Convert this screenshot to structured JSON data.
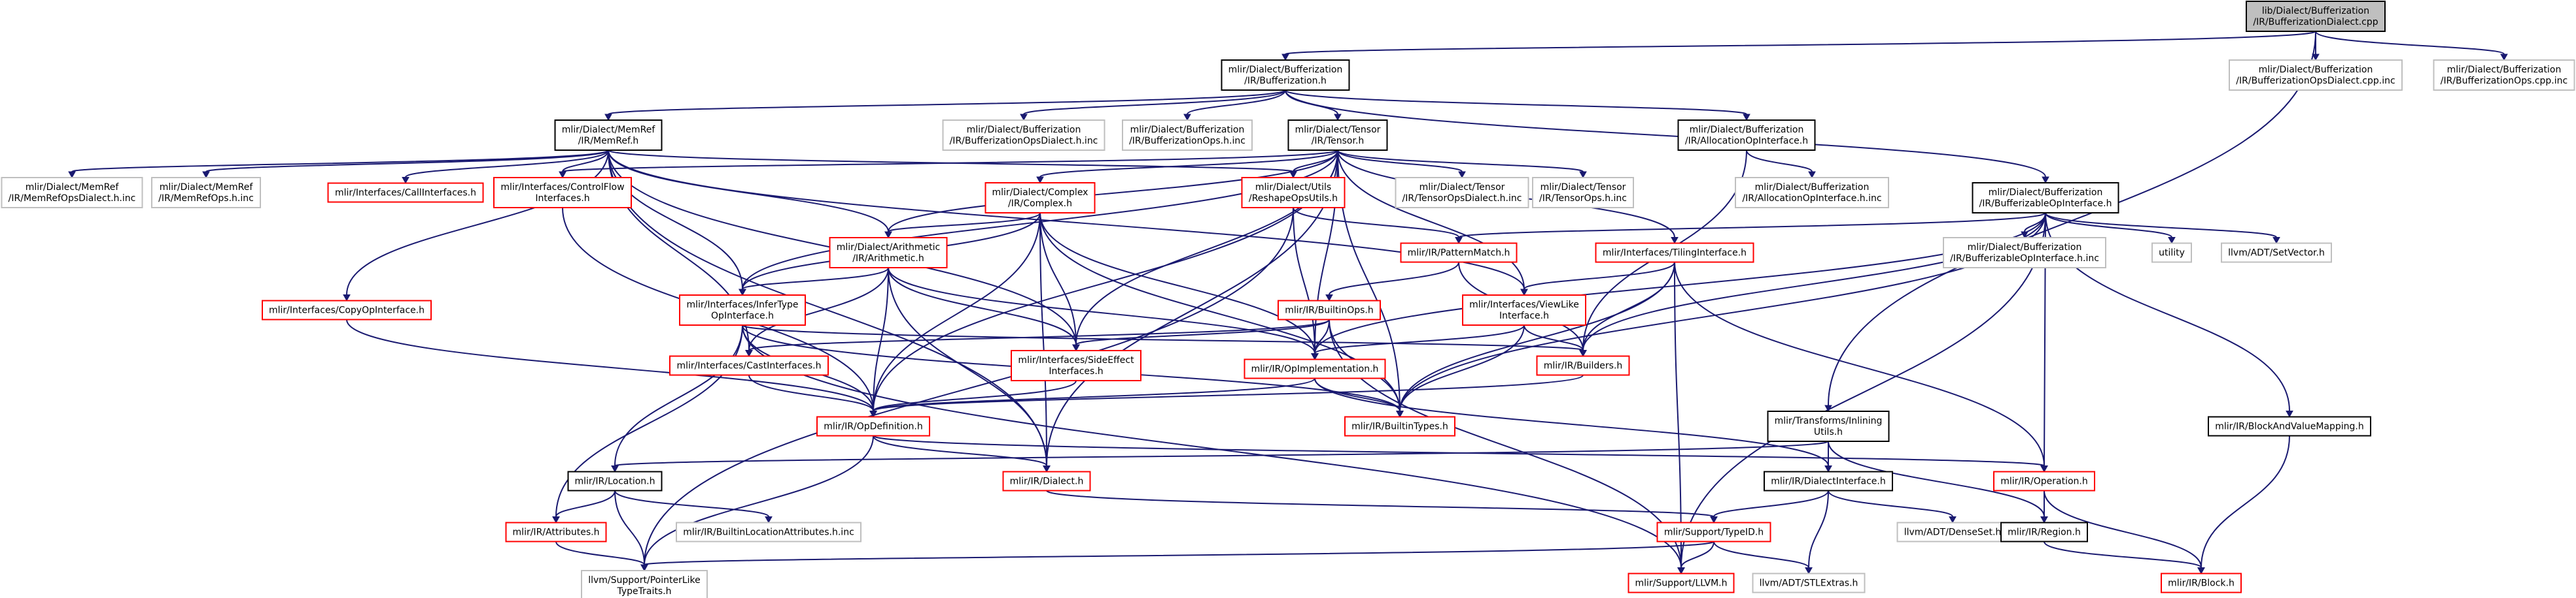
{
  "colors": {
    "root_fill": "#bfbfbf",
    "normal_border": "#000000",
    "red_border": "#ff0000",
    "gray_border": "#bfbfbf",
    "text": "#000000",
    "edge": "#191970"
  },
  "nodes": [
    {
      "id": "root",
      "lines": [
        "lib/Dialect/Bufferization",
        "/IR/BufferizationDialect.cpp"
      ],
      "style": "root"
    },
    {
      "id": "buf_h",
      "lines": [
        "mlir/Dialect/Bufferization",
        "/IR/Bufferization.h"
      ],
      "style": "normal"
    },
    {
      "id": "buf_dialect_cpp_inc",
      "lines": [
        "mlir/Dialect/Bufferization",
        "/IR/BufferizationOpsDialect.cpp.inc"
      ],
      "style": "gray"
    },
    {
      "id": "buf_ops_cpp_inc",
      "lines": [
        "mlir/Dialect/Bufferization",
        "/IR/BufferizationOps.cpp.inc"
      ],
      "style": "gray"
    },
    {
      "id": "memref_h",
      "lines": [
        "mlir/Dialect/MemRef",
        "/IR/MemRef.h"
      ],
      "style": "normal"
    },
    {
      "id": "buf_dialect_h_inc",
      "lines": [
        "mlir/Dialect/Bufferization",
        "/IR/BufferizationOpsDialect.h.inc"
      ],
      "style": "gray"
    },
    {
      "id": "buf_ops_h_inc",
      "lines": [
        "mlir/Dialect/Bufferization",
        "/IR/BufferizationOps.h.inc"
      ],
      "style": "gray"
    },
    {
      "id": "tensor_h",
      "lines": [
        "mlir/Dialect/Tensor",
        "/IR/Tensor.h"
      ],
      "style": "normal"
    },
    {
      "id": "alloc_h",
      "lines": [
        "mlir/Dialect/Bufferization",
        "/IR/AllocationOpInterface.h"
      ],
      "style": "normal"
    },
    {
      "id": "bufable_h",
      "lines": [
        "mlir/Dialect/Bufferization",
        "/IR/BufferizableOpInterface.h"
      ],
      "style": "normal"
    },
    {
      "id": "memref_dialect_inc",
      "lines": [
        "mlir/Dialect/MemRef",
        "/IR/MemRefOpsDialect.h.inc"
      ],
      "style": "gray"
    },
    {
      "id": "memref_ops_inc",
      "lines": [
        "mlir/Dialect/MemRef",
        "/IR/MemRefOps.h.inc"
      ],
      "style": "gray"
    },
    {
      "id": "call_iface",
      "lines": [
        "mlir/Interfaces/CallInterfaces.h"
      ],
      "style": "red"
    },
    {
      "id": "ctrlflow_iface",
      "lines": [
        "mlir/Interfaces/ControlFlow",
        "Interfaces.h"
      ],
      "style": "red"
    },
    {
      "id": "complex_h",
      "lines": [
        "mlir/Dialect/Complex",
        "/IR/Complex.h"
      ],
      "style": "red"
    },
    {
      "id": "reshape_h",
      "lines": [
        "mlir/Dialect/Utils",
        "/ReshapeOpsUtils.h"
      ],
      "style": "red"
    },
    {
      "id": "tensor_dialect_inc",
      "lines": [
        "mlir/Dialect/Tensor",
        "/IR/TensorOpsDialect.h.inc"
      ],
      "style": "gray"
    },
    {
      "id": "tensor_ops_inc",
      "lines": [
        "mlir/Dialect/Tensor",
        "/IR/TensorOps.h.inc"
      ],
      "style": "gray"
    },
    {
      "id": "alloc_inc",
      "lines": [
        "mlir/Dialect/Bufferization",
        "/IR/AllocationOpInterface.h.inc"
      ],
      "style": "gray"
    },
    {
      "id": "arith_h",
      "lines": [
        "mlir/Dialect/Arithmetic",
        "/IR/Arithmetic.h"
      ],
      "style": "red"
    },
    {
      "id": "patternmatch_h",
      "lines": [
        "mlir/IR/PatternMatch.h"
      ],
      "style": "red"
    },
    {
      "id": "tiling_iface",
      "lines": [
        "mlir/Interfaces/TilingInterface.h"
      ],
      "style": "red"
    },
    {
      "id": "bufable_inc",
      "lines": [
        "mlir/Dialect/Bufferization",
        "/IR/BufferizableOpInterface.h.inc"
      ],
      "style": "gray"
    },
    {
      "id": "utility",
      "lines": [
        "utility"
      ],
      "style": "gray"
    },
    {
      "id": "setvector",
      "lines": [
        "llvm/ADT/SetVector.h"
      ],
      "style": "gray"
    },
    {
      "id": "copy_iface",
      "lines": [
        "mlir/Interfaces/CopyOpInterface.h"
      ],
      "style": "red"
    },
    {
      "id": "infertype_iface",
      "lines": [
        "mlir/Interfaces/InferType",
        "OpInterface.h"
      ],
      "style": "red"
    },
    {
      "id": "builtinops_h",
      "lines": [
        "mlir/IR/BuiltinOps.h"
      ],
      "style": "red"
    },
    {
      "id": "viewlike_iface",
      "lines": [
        "mlir/Interfaces/ViewLike",
        "Interface.h"
      ],
      "style": "red"
    },
    {
      "id": "cast_iface",
      "lines": [
        "mlir/Interfaces/CastInterfaces.h"
      ],
      "style": "red"
    },
    {
      "id": "sideeffect_iface",
      "lines": [
        "mlir/Interfaces/SideEffect",
        "Interfaces.h"
      ],
      "style": "red"
    },
    {
      "id": "opimpl_h",
      "lines": [
        "mlir/IR/OpImplementation.h"
      ],
      "style": "red"
    },
    {
      "id": "builders_h",
      "lines": [
        "mlir/IR/Builders.h"
      ],
      "style": "red"
    },
    {
      "id": "opdef_h",
      "lines": [
        "mlir/IR/OpDefinition.h"
      ],
      "style": "red"
    },
    {
      "id": "builtintypes_h",
      "lines": [
        "mlir/IR/BuiltinTypes.h"
      ],
      "style": "red"
    },
    {
      "id": "inlining_h",
      "lines": [
        "mlir/Transforms/Inlining",
        "Utils.h"
      ],
      "style": "normal"
    },
    {
      "id": "blockvalue_h",
      "lines": [
        "mlir/IR/BlockAndValueMapping.h"
      ],
      "style": "normal"
    },
    {
      "id": "location_h",
      "lines": [
        "mlir/IR/Location.h"
      ],
      "style": "normal"
    },
    {
      "id": "dialect_h",
      "lines": [
        "mlir/IR/Dialect.h"
      ],
      "style": "red"
    },
    {
      "id": "dialectiface_h",
      "lines": [
        "mlir/IR/DialectInterface.h"
      ],
      "style": "normal"
    },
    {
      "id": "operation_h",
      "lines": [
        "mlir/IR/Operation.h"
      ],
      "style": "red"
    },
    {
      "id": "attributes_h",
      "lines": [
        "mlir/IR/Attributes.h"
      ],
      "style": "red"
    },
    {
      "id": "builtinloc_inc",
      "lines": [
        "mlir/IR/BuiltinLocationAttributes.h.inc"
      ],
      "style": "gray"
    },
    {
      "id": "typeid_h",
      "lines": [
        "mlir/Support/TypeID.h"
      ],
      "style": "red"
    },
    {
      "id": "denseset",
      "lines": [
        "llvm/ADT/DenseSet.h"
      ],
      "style": "gray"
    },
    {
      "id": "region_h",
      "lines": [
        "mlir/IR/Region.h"
      ],
      "style": "normal"
    },
    {
      "id": "pointerlike",
      "lines": [
        "llvm/Support/PointerLike",
        "TypeTraits.h"
      ],
      "style": "gray"
    },
    {
      "id": "llvm_h",
      "lines": [
        "mlir/Support/LLVM.h"
      ],
      "style": "red"
    },
    {
      "id": "stlextras",
      "lines": [
        "llvm/ADT/STLExtras.h"
      ],
      "style": "gray"
    },
    {
      "id": "block_h",
      "lines": [
        "mlir/IR/Block.h"
      ],
      "style": "red"
    }
  ],
  "edges": [
    [
      "root",
      "buf_h"
    ],
    [
      "root",
      "buf_dialect_cpp_inc"
    ],
    [
      "root",
      "buf_ops_cpp_inc"
    ],
    [
      "root",
      "inlining_h"
    ],
    [
      "buf_h",
      "memref_h"
    ],
    [
      "buf_h",
      "buf_dialect_h_inc"
    ],
    [
      "buf_h",
      "buf_ops_h_inc"
    ],
    [
      "buf_h",
      "tensor_h"
    ],
    [
      "buf_h",
      "alloc_h"
    ],
    [
      "buf_h",
      "bufable_h"
    ],
    [
      "memref_h",
      "memref_dialect_inc"
    ],
    [
      "memref_h",
      "memref_ops_inc"
    ],
    [
      "memref_h",
      "call_iface"
    ],
    [
      "memref_h",
      "ctrlflow_iface"
    ],
    [
      "memref_h",
      "copy_iface"
    ],
    [
      "memref_h",
      "arith_h"
    ],
    [
      "memref_h",
      "cast_iface"
    ],
    [
      "memref_h",
      "sideeffect_iface"
    ],
    [
      "memref_h",
      "viewlike_iface"
    ],
    [
      "memref_h",
      "dialect_h"
    ],
    [
      "memref_h",
      "infertype_iface"
    ],
    [
      "memref_h",
      "reshape_h"
    ],
    [
      "tensor_h",
      "complex_h"
    ],
    [
      "tensor_h",
      "reshape_h"
    ],
    [
      "tensor_h",
      "tensor_dialect_inc"
    ],
    [
      "tensor_h",
      "tensor_ops_inc"
    ],
    [
      "tensor_h",
      "tiling_iface"
    ],
    [
      "tensor_h",
      "arith_h"
    ],
    [
      "tensor_h",
      "ctrlflow_iface"
    ],
    [
      "tensor_h",
      "infertype_iface"
    ],
    [
      "tensor_h",
      "sideeffect_iface"
    ],
    [
      "tensor_h",
      "viewlike_iface"
    ],
    [
      "tensor_h",
      "builtintypes_h"
    ],
    [
      "tensor_h",
      "opdef_h"
    ],
    [
      "tensor_h",
      "dialect_h"
    ],
    [
      "tensor_h",
      "opimpl_h"
    ],
    [
      "alloc_h",
      "alloc_inc"
    ],
    [
      "alloc_h",
      "builders_h"
    ],
    [
      "bufable_h",
      "bufable_inc"
    ],
    [
      "bufable_h",
      "utility"
    ],
    [
      "bufable_h",
      "setvector"
    ],
    [
      "bufable_h",
      "patternmatch_h"
    ],
    [
      "bufable_h",
      "builders_h"
    ],
    [
      "bufable_h",
      "blockvalue_h"
    ],
    [
      "bufable_h",
      "operation_h"
    ],
    [
      "bufable_h",
      "builtintypes_h"
    ],
    [
      "bufable_h",
      "llvm_h"
    ],
    [
      "bufable_h",
      "opimpl_h"
    ],
    [
      "complex_h",
      "arith_h"
    ],
    [
      "complex_h",
      "infertype_iface"
    ],
    [
      "complex_h",
      "sideeffect_iface"
    ],
    [
      "complex_h",
      "opimpl_h"
    ],
    [
      "complex_h",
      "opdef_h"
    ],
    [
      "complex_h",
      "builtintypes_h"
    ],
    [
      "complex_h",
      "dialect_h"
    ],
    [
      "reshape_h",
      "patternmatch_h"
    ],
    [
      "reshape_h",
      "opimpl_h"
    ],
    [
      "reshape_h",
      "pointerlike"
    ],
    [
      "ctrlflow_iface",
      "opdef_h"
    ],
    [
      "arith_h",
      "infertype_iface"
    ],
    [
      "arith_h",
      "cast_iface"
    ],
    [
      "arith_h",
      "sideeffect_iface"
    ],
    [
      "arith_h",
      "opimpl_h"
    ],
    [
      "arith_h",
      "opdef_h"
    ],
    [
      "arith_h",
      "dialect_h"
    ],
    [
      "patternmatch_h",
      "builtinops_h"
    ],
    [
      "patternmatch_h",
      "builders_h"
    ],
    [
      "tiling_iface",
      "viewlike_iface"
    ],
    [
      "tiling_iface",
      "builders_h"
    ],
    [
      "tiling_iface",
      "builtintypes_h"
    ],
    [
      "tiling_iface",
      "operation_h"
    ],
    [
      "tiling_iface",
      "llvm_h"
    ],
    [
      "copy_iface",
      "opdef_h"
    ],
    [
      "infertype_iface",
      "builders_h"
    ],
    [
      "infertype_iface",
      "builtintypes_h"
    ],
    [
      "infertype_iface",
      "opdef_h"
    ],
    [
      "infertype_iface",
      "location_h"
    ],
    [
      "infertype_iface",
      "attributes_h"
    ],
    [
      "infertype_iface",
      "llvm_h"
    ],
    [
      "builtinops_h",
      "cast_iface"
    ],
    [
      "builtinops_h",
      "sideeffect_iface"
    ],
    [
      "builtinops_h",
      "opimpl_h"
    ],
    [
      "builtinops_h",
      "builtintypes_h"
    ],
    [
      "builtinops_h",
      "llvm_h"
    ],
    [
      "viewlike_iface",
      "opimpl_h"
    ],
    [
      "viewlike_iface",
      "builders_h"
    ],
    [
      "viewlike_iface",
      "builtintypes_h"
    ],
    [
      "cast_iface",
      "opdef_h"
    ],
    [
      "sideeffect_iface",
      "opdef_h"
    ],
    [
      "opimpl_h",
      "builtintypes_h"
    ],
    [
      "opimpl_h",
      "opdef_h"
    ],
    [
      "opimpl_h",
      "dialectiface_h"
    ],
    [
      "builders_h",
      "opdef_h"
    ],
    [
      "opdef_h",
      "operation_h"
    ],
    [
      "opdef_h",
      "dialect_h"
    ],
    [
      "opdef_h",
      "pointerlike"
    ],
    [
      "inlining_h",
      "dialectiface_h"
    ],
    [
      "inlining_h",
      "location_h"
    ],
    [
      "inlining_h",
      "region_h"
    ],
    [
      "blockvalue_h",
      "block_h"
    ],
    [
      "location_h",
      "attributes_h"
    ],
    [
      "location_h",
      "builtinloc_inc"
    ],
    [
      "location_h",
      "pointerlike"
    ],
    [
      "dialect_h",
      "typeid_h"
    ],
    [
      "dialectiface_h",
      "typeid_h"
    ],
    [
      "dialectiface_h",
      "denseset"
    ],
    [
      "dialectiface_h",
      "stlextras"
    ],
    [
      "operation_h",
      "region_h"
    ],
    [
      "operation_h",
      "block_h"
    ],
    [
      "attributes_h",
      "pointerlike"
    ],
    [
      "typeid_h",
      "llvm_h"
    ],
    [
      "typeid_h",
      "pointerlike"
    ],
    [
      "typeid_h",
      "stlextras"
    ],
    [
      "region_h",
      "block_h"
    ]
  ]
}
